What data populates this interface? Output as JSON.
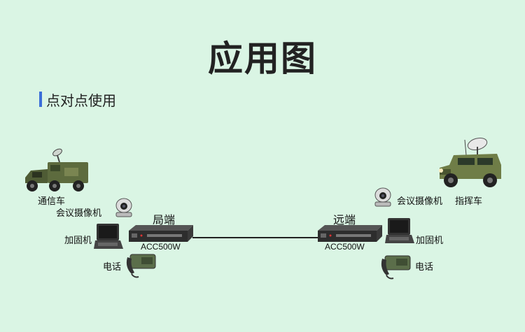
{
  "title": "应用图",
  "section_title": "点对点使用",
  "labels": {
    "comm_vehicle": "通信车",
    "camera_left": "会议摄像机",
    "laptop_left": "加固机",
    "phone_left": "电话",
    "local_end": "局端",
    "device_left": "ACC500W",
    "remote_end": "远端",
    "device_right": "ACC500W",
    "camera_right": "会议摄像机",
    "command_vehicle": "指挥车",
    "laptop_right": "加固机",
    "phone_right": "电话"
  },
  "colors": {
    "accent": "#3b6fd8",
    "background": "#daf5e4"
  }
}
